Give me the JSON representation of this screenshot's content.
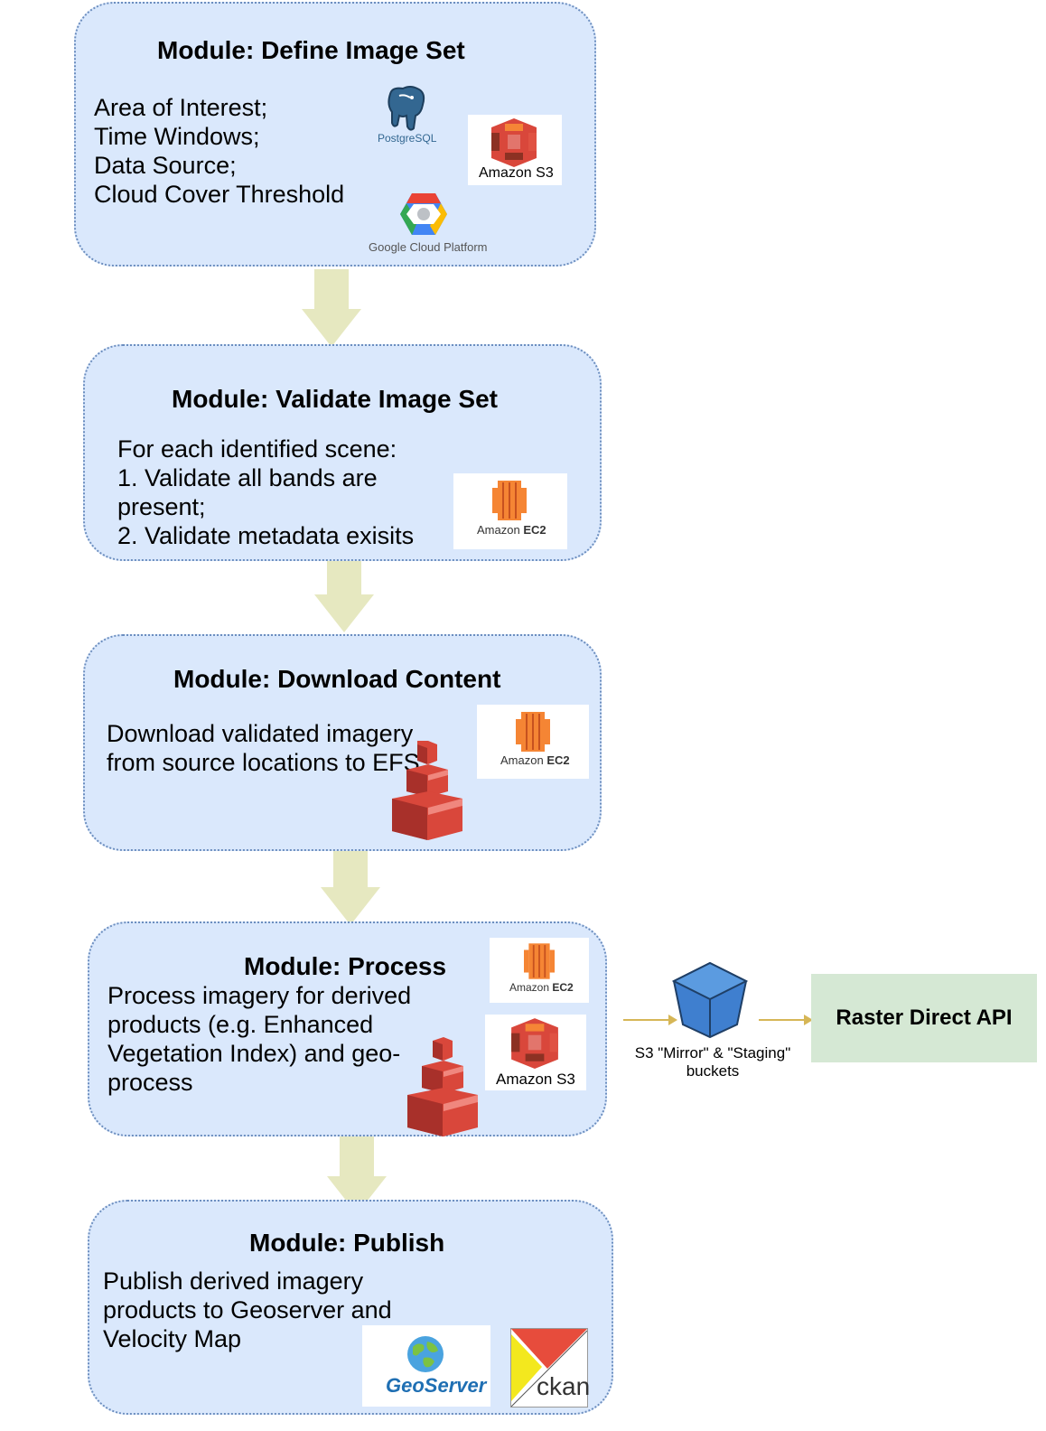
{
  "colors": {
    "module_fill": "#dae8fc",
    "module_border": "#6c8ebf",
    "flow_arrow": "#e6e8c0",
    "api_fill": "#d5e8d4",
    "aws_red": "#d9473b",
    "aws_orange": "#f58534",
    "bucket_blue": "#3f7fcf",
    "connector": "#d6b656"
  },
  "modules": {
    "define": {
      "title": "Module: Define Image Set",
      "lines": [
        "Area of Interest;",
        "Time Windows;",
        "Data Source;",
        "Cloud Cover Threshold"
      ],
      "logos": {
        "postgres_label": "PostgreSQL",
        "s3_label": "Amazon S3",
        "gcp_label": "Google Cloud Platform"
      }
    },
    "validate": {
      "title": "Module: Validate Image Set",
      "lines": [
        "For each identified scene:",
        "1. Validate all bands are",
        "present;",
        "2. Validate metadata exisits"
      ],
      "logos": {
        "ec2_prefix": "Amazon ",
        "ec2_suffix": "EC2"
      }
    },
    "download": {
      "title": "Module: Download Content",
      "lines": [
        "Download validated imagery",
        "from source locations to EFS"
      ],
      "logos": {
        "ec2_prefix": "Amazon ",
        "ec2_suffix": "EC2"
      }
    },
    "process": {
      "title": "Module: Process",
      "lines": [
        "Process imagery for derived",
        "products (e.g. Enhanced",
        "Vegetation Index) and geo-",
        "process"
      ],
      "logos": {
        "ec2_prefix": "Amazon ",
        "ec2_suffix": "EC2",
        "s3_label": "Amazon S3"
      }
    },
    "publish": {
      "title": "Module: Publish",
      "lines": [
        "Publish derived imagery",
        "products to Geoserver and",
        "Velocity Map"
      ],
      "logos": {
        "geoserver_label": "GeoServer",
        "ckan_label": "ckan"
      }
    }
  },
  "side": {
    "bucket_label_lines": [
      "S3 \"Mirror\" & \"Staging\"",
      "buckets"
    ],
    "api_label": "Raster Direct API"
  }
}
